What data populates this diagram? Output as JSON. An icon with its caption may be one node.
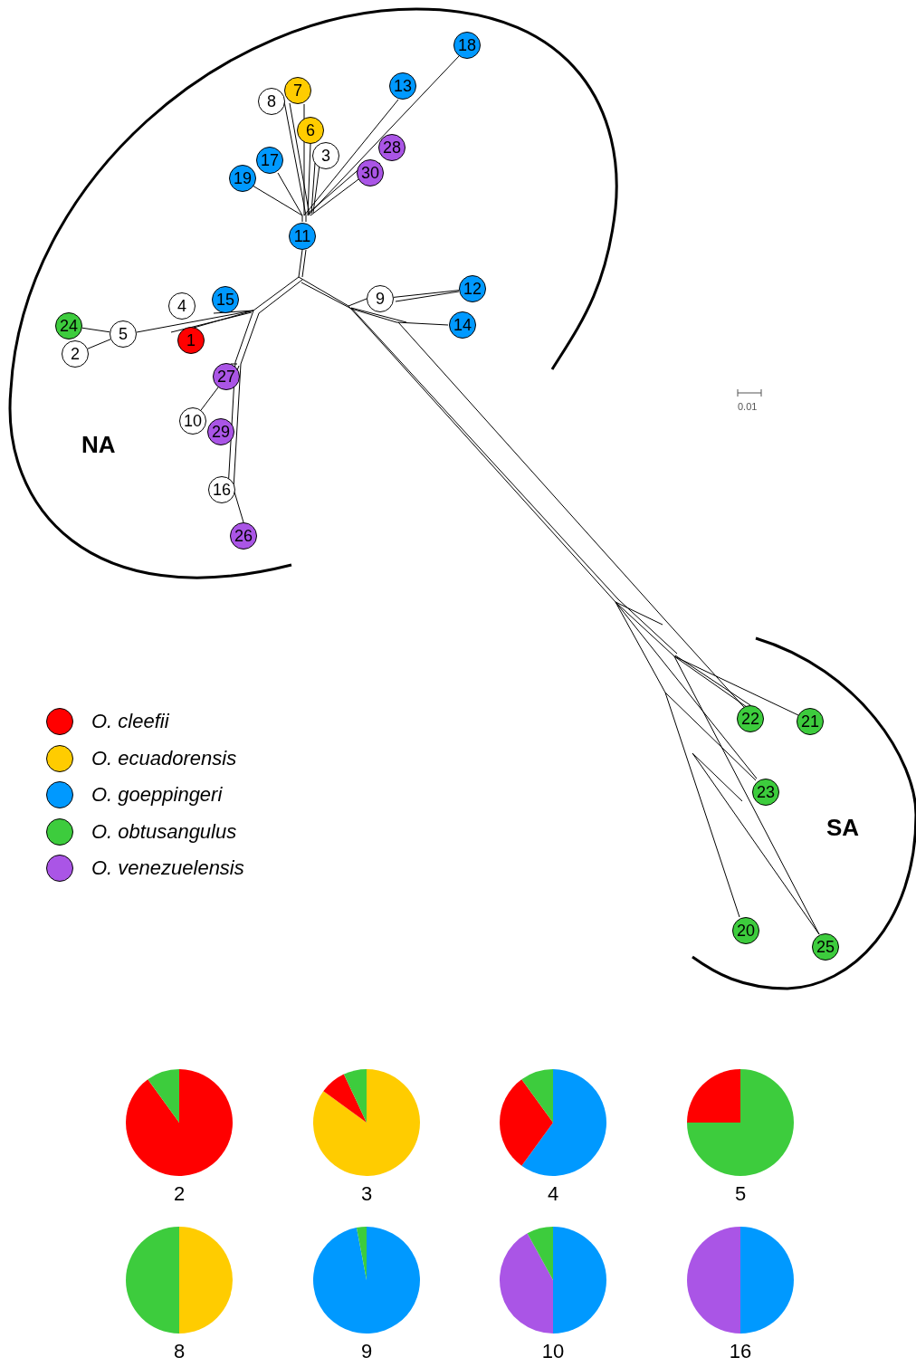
{
  "diagram": {
    "nodes": [
      {
        "text": [
          "1"
        ]
      },
      {
        "text": [
          "2"
        ]
      },
      {
        "text": [
          "3"
        ]
      },
      {
        "text": [
          "4"
        ]
      },
      {
        "text": [
          "5"
        ]
      },
      {
        "text": [
          "6"
        ]
      },
      {
        "text": [
          "7"
        ]
      },
      {
        "text": [
          "8"
        ]
      },
      {
        "text": [
          "9"
        ]
      },
      {
        "text": [
          "10"
        ]
      },
      {
        "text": [
          "11"
        ]
      },
      {
        "text": [
          "12"
        ]
      },
      {
        "text": [
          "13"
        ]
      },
      {
        "text": [
          "14"
        ]
      },
      {
        "text": [
          "15"
        ]
      },
      {
        "text": [
          "16"
        ]
      },
      {
        "text": [
          "17"
        ]
      },
      {
        "text": [
          "18"
        ]
      },
      {
        "text": [
          "19"
        ]
      },
      {
        "text": [
          "20"
        ]
      },
      {
        "text": [
          "21"
        ]
      },
      {
        "text": [
          "22"
        ]
      },
      {
        "text": [
          "23"
        ]
      },
      {
        "text": [
          "24"
        ]
      },
      {
        "text": [
          "25"
        ]
      },
      {
        "text": [
          "26"
        ]
      },
      {
        "text": [
          "27"
        ]
      },
      {
        "text": [
          "28"
        ]
      },
      {
        "text": [
          "29"
        ]
      },
      {
        "text": [
          "30"
        ]
      },
      {
        "text": [
          "2"
        ]
      },
      {
        "text": [
          "3"
        ]
      },
      {
        "text": [
          "4"
        ]
      },
      {
        "text": [
          "5"
        ]
      },
      {
        "text": [
          "8"
        ]
      },
      {
        "text": [
          "9"
        ]
      },
      {
        "text": [
          "10"
        ]
      },
      {
        "text": [
          "16"
        ]
      }
    ],
    "edges": [
      {
        "from": 23,
        "to": 4,
        "arrow": "none"
      },
      {
        "from": 1,
        "to": 4,
        "arrow": "none"
      },
      {
        "from": 26,
        "to": 9,
        "arrow": "none"
      },
      {
        "from": 8,
        "to": 11,
        "arrow": "none"
      }
    ],
    "labels": [
      "NA",
      "0.01",
      "SA"
    ],
    "legend": [
      {
        "text": "O. cleefii",
        "color": "#ff0000"
      },
      {
        "text": "O. ecuadorensis",
        "color": "#ffcc00"
      },
      {
        "text": "O. goeppingeri",
        "color": "#0099ff"
      },
      {
        "text": "O. obtusangulus",
        "color": "#3dcc3d"
      },
      {
        "text": "O. venezuelensis",
        "color": "#aa55e6"
      }
    ]
  }
}
